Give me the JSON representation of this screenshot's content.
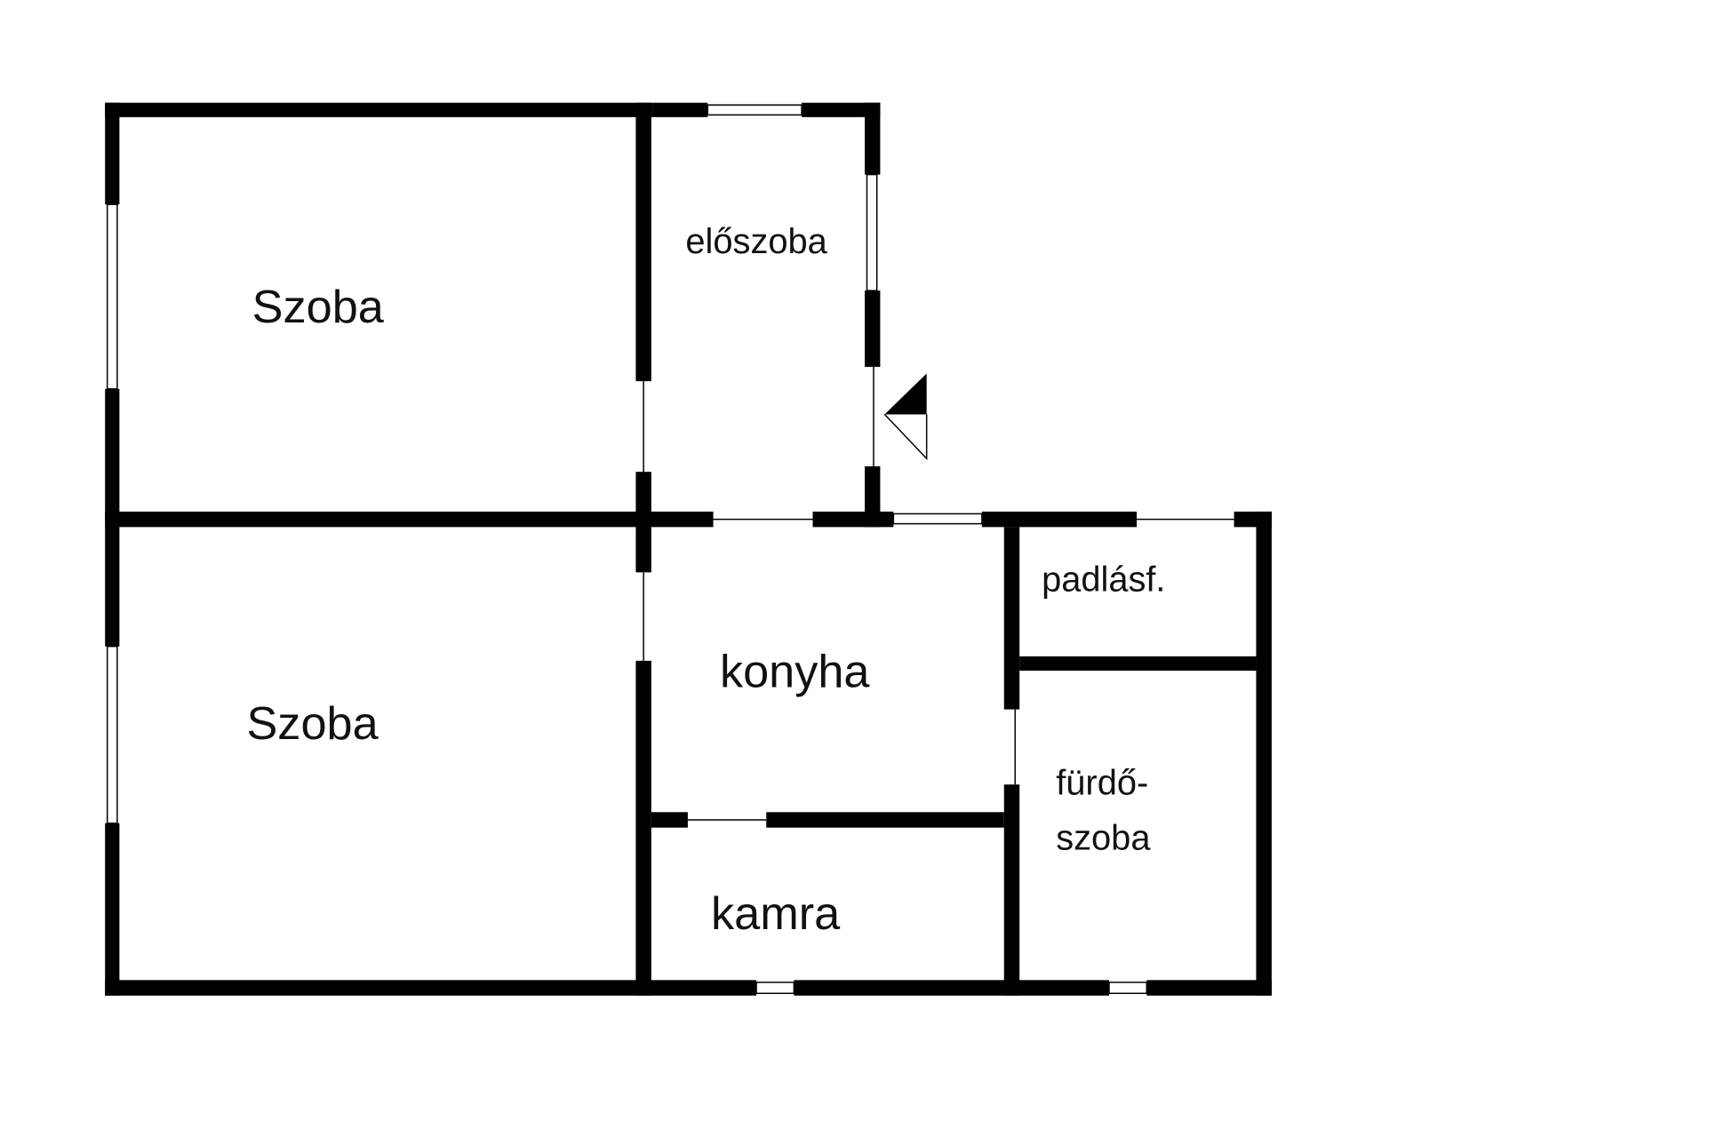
{
  "rooms": {
    "room_top": "Szoba",
    "hall": "előszoba",
    "room_bottom": "Szoba",
    "kitchen": "konyha",
    "attic_access": "padlásf.",
    "bathroom_line1": "fürdő-",
    "bathroom_line2": "szoba",
    "pantry": "kamra"
  },
  "colors": {
    "wall": "#000000",
    "background": "#ffffff"
  }
}
